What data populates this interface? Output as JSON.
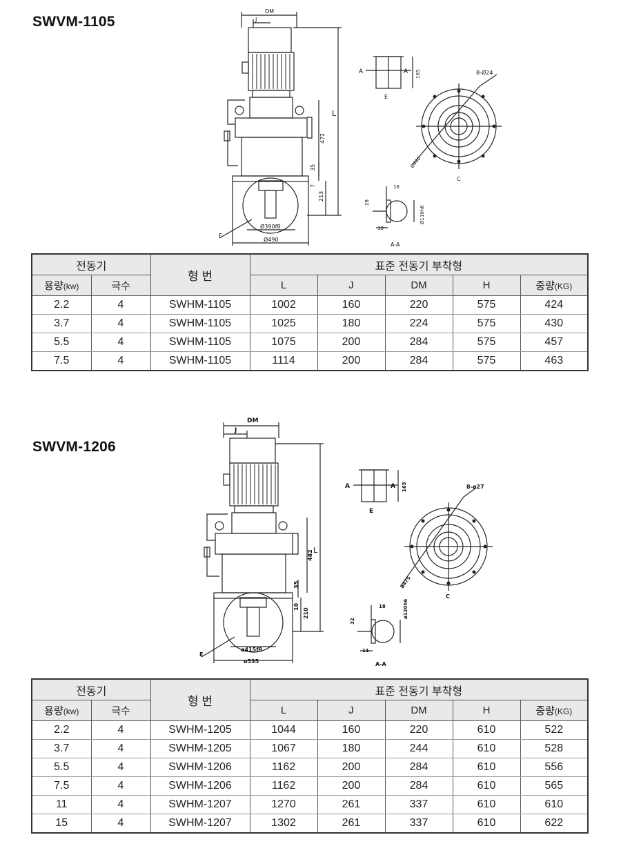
{
  "sections": [
    {
      "model": "SWVM-1105",
      "drawing": {
        "dim_dm": "DM",
        "dim_j": "J",
        "dim_l": "L",
        "dim_h1": "472",
        "dim_h2": "35",
        "dim_h3": "7",
        "dim_h4": "213",
        "dia_inner": "Ø390f8",
        "dia_outer": "Ø490",
        "label_e": "E",
        "sec_a_left": "A",
        "sec_a_right": "A",
        "dim_165": "165",
        "sec_e": "E",
        "holes": "8-Ø24",
        "pcd": "Ø440",
        "label_c": "C",
        "aa_16": "16",
        "aa_28": "28",
        "aa_10": "10",
        "aa_shaft": "Ø110h6",
        "label_aa": "A-A"
      },
      "table": {
        "motor_header": "전동기",
        "model_header": "형  번",
        "std_header": "표준 전동기 부착형",
        "capacity": "용량",
        "capacity_unit": "(kw)",
        "poles": "극수",
        "cols": [
          "L",
          "J",
          "DM",
          "H"
        ],
        "weight": "중량",
        "weight_unit": "(KG)",
        "rows": [
          [
            "2.2",
            "4",
            "SWHM-1105",
            "1002",
            "160",
            "220",
            "575",
            "424"
          ],
          [
            "3.7",
            "4",
            "SWHM-1105",
            "1025",
            "180",
            "224",
            "575",
            "430"
          ],
          [
            "5.5",
            "4",
            "SWHM-1105",
            "1075",
            "200",
            "284",
            "575",
            "457"
          ],
          [
            "7.5",
            "4",
            "SWHM-1105",
            "1114",
            "200",
            "284",
            "575",
            "463"
          ]
        ]
      }
    },
    {
      "model": "SWVM-1206",
      "drawing": {
        "dim_dm": "DM",
        "dim_j": "J",
        "dim_l": "L",
        "dim_h1": "482",
        "dim_h2": "35",
        "dim_h3": "10",
        "dim_h4": "210",
        "dia_inner": "ø415f8",
        "dia_outer": "ø535",
        "label_e": "E",
        "sec_a_left": "A",
        "sec_a_right": "A",
        "dim_165": "165",
        "sec_e": "E",
        "holes": "8-ø27",
        "pcd": "ø475",
        "label_c": "C",
        "aa_16": "18",
        "aa_28": "32",
        "aa_10": "11",
        "aa_shaft": "ø120h6",
        "label_aa": "A-A"
      },
      "table": {
        "motor_header": "전동기",
        "model_header": "형  번",
        "std_header": "표준 전동기 부착형",
        "capacity": "용량",
        "capacity_unit": "(kw)",
        "poles": "극수",
        "cols": [
          "L",
          "J",
          "DM",
          "H"
        ],
        "weight": "중량",
        "weight_unit": "(KG)",
        "rows": [
          [
            "2.2",
            "4",
            "SWHM-1205",
            "1044",
            "160",
            "220",
            "610",
            "522"
          ],
          [
            "3.7",
            "4",
            "SWHM-1205",
            "1067",
            "180",
            "244",
            "610",
            "528"
          ],
          [
            "5.5",
            "4",
            "SWHM-1206",
            "1162",
            "200",
            "284",
            "610",
            "556"
          ],
          [
            "7.5",
            "4",
            "SWHM-1206",
            "1162",
            "200",
            "284",
            "610",
            "565"
          ],
          [
            "11",
            "4",
            "SWHM-1207",
            "1270",
            "261",
            "337",
            "610",
            "610"
          ],
          [
            "15",
            "4",
            "SWHM-1207",
            "1302",
            "261",
            "337",
            "610",
            "622"
          ]
        ]
      }
    }
  ]
}
